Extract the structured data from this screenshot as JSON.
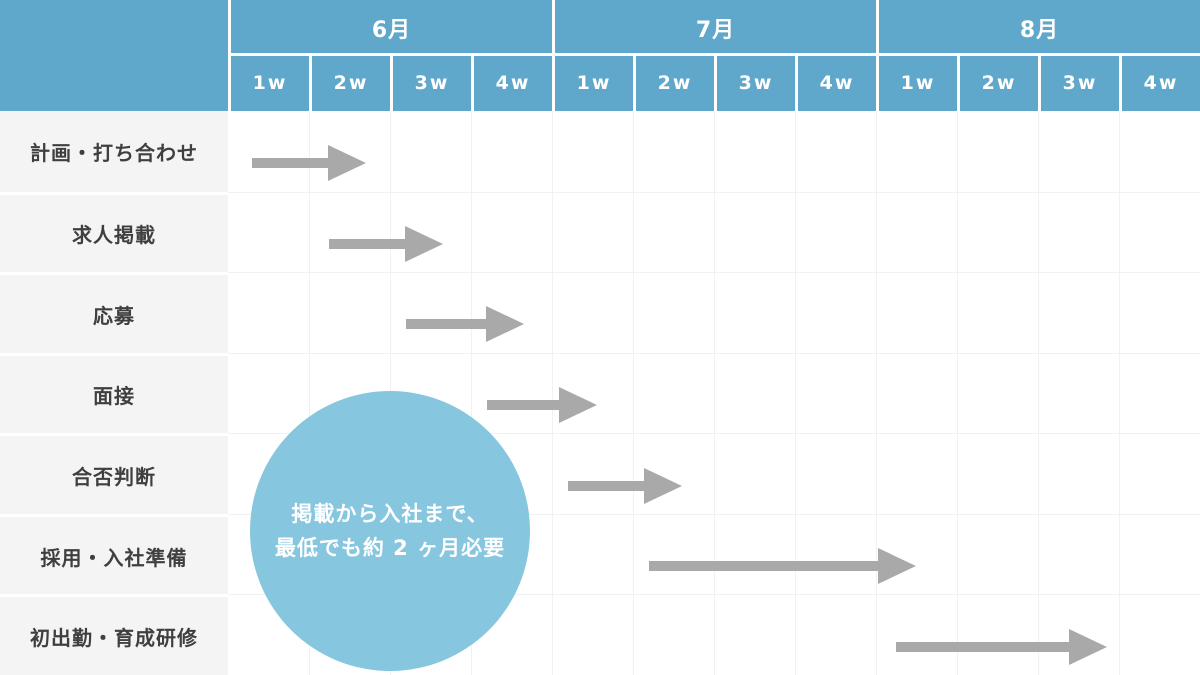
{
  "chart_data": {
    "type": "gantt",
    "x_axis": {
      "unit": "week",
      "range_weeks": [
        0,
        12
      ],
      "months": [
        {
          "label": "6月",
          "weeks": [
            "1w",
            "2w",
            "3w",
            "4w"
          ]
        },
        {
          "label": "7月",
          "weeks": [
            "1w",
            "2w",
            "3w",
            "4w"
          ]
        },
        {
          "label": "8月",
          "weeks": [
            "1w",
            "2w",
            "3w",
            "4w"
          ]
        }
      ]
    },
    "tasks": [
      {
        "label": "計画・打ち合わせ",
        "start_week": 0.3,
        "end_week": 1.7
      },
      {
        "label": "求人掲載",
        "start_week": 1.25,
        "end_week": 2.65
      },
      {
        "label": "応募",
        "start_week": 2.2,
        "end_week": 3.65
      },
      {
        "label": "面接",
        "start_week": 3.2,
        "end_week": 4.55
      },
      {
        "label": "合否判断",
        "start_week": 4.2,
        "end_week": 5.6
      },
      {
        "label": "採用・入社準備",
        "start_week": 5.2,
        "end_week": 8.5
      },
      {
        "label": "初出勤・育成研修",
        "start_week": 8.25,
        "end_week": 10.85
      }
    ],
    "annotation": {
      "shape": "circle",
      "lines": [
        "掲載から入社まで、",
        "最低でも約 2 ヶ月必要"
      ],
      "center_week": 2.0,
      "center_row": 5.21,
      "radius_px": 140
    },
    "grid": true,
    "legend": null
  },
  "colors": {
    "header_bg": "#5fa7cb",
    "annotation_bg": "#86c6df",
    "arrow": "#a9a9a9",
    "label_col_bg": "#f4f4f4",
    "label_text": "#3f3f3f",
    "header_text": "#ffffff",
    "grid_line": "#f1f1f1",
    "separator": "#ffffff",
    "page_bg": "#ffffff"
  },
  "layout_labels": {
    "chart_name": "recruitment-schedule-gantt"
  }
}
